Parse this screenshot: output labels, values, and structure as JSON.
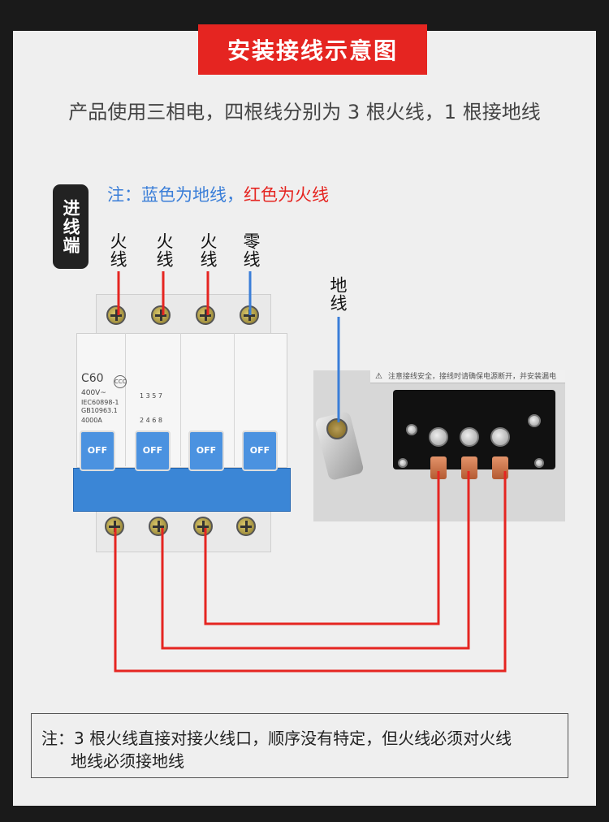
{
  "title": "安装接线示意图",
  "subtitle": "产品使用三相电，四根线分别为 3 根火线，1 根接地线",
  "legend_note": {
    "prefix": "注：",
    "blue_text": "蓝色为地线，",
    "red_text": "红色为火线"
  },
  "side_tag": "进线端",
  "wire_labels": [
    "火线",
    "火线",
    "火线",
    "零线"
  ],
  "ground_label": "地线",
  "breaker": {
    "model": "C60",
    "voltage": "400V~",
    "std1": "IEC60898-1",
    "std2": "GB10963.1",
    "rating": "4000A",
    "terminal_top": "1 3 5 7",
    "terminal_bottom": "2 4 6 8",
    "handle_label": "OFF"
  },
  "photo_warning": "注意接线安全，接线时请确保电源断开，并安装漏电",
  "bottom_note": {
    "line1": "注：3 根火线直接对接火线口，顺序没有特定，但火线必须对火线",
    "line2": "地线必须接地线"
  },
  "colors": {
    "title_bg": "#e52521",
    "fire_wire": "#e52521",
    "ground_wire": "#3a7ed8",
    "breaker_blue": "#3b86d6",
    "background": "#1a1a1a"
  }
}
